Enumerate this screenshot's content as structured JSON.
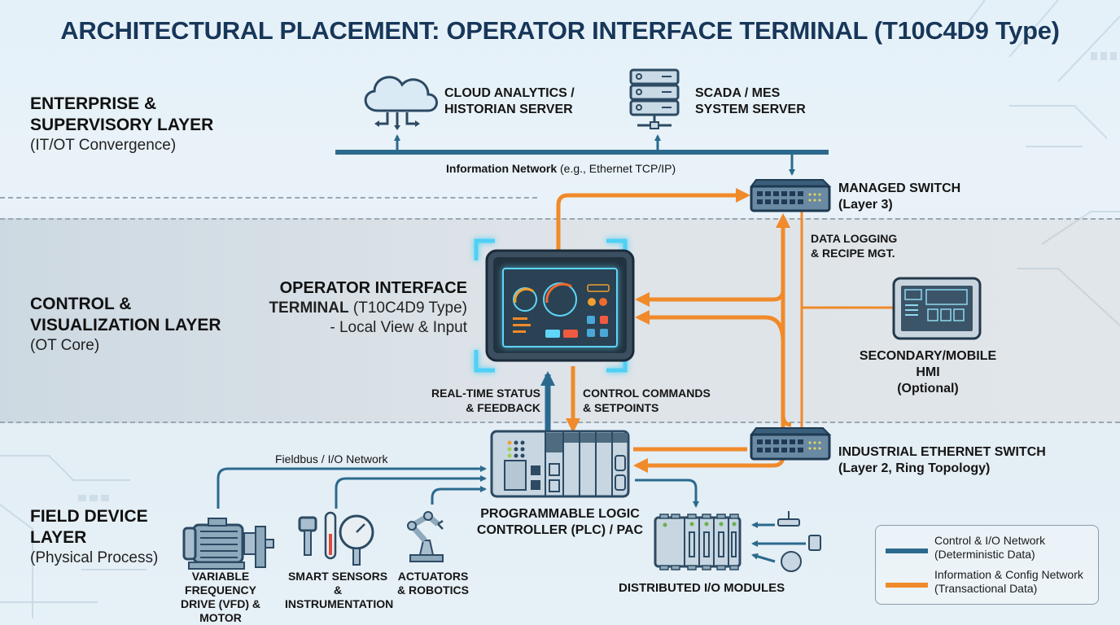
{
  "title": "ARCHITECTURAL PLACEMENT: OPERATOR INTERFACE TERMINAL (T10C4D9 Type)",
  "colors": {
    "control_network": "#2b6a8e",
    "information_network": "#f08a2a",
    "title": "#17375a",
    "device_glow": "#4fd0f5"
  },
  "layers": [
    {
      "title_line1": "ENTERPRISE &",
      "title_line2": "SUPERVISORY LAYER",
      "subtitle": "(IT/OT Convergence)"
    },
    {
      "title_line1": "CONTROL &",
      "title_line2": "VISUALIZATION LAYER",
      "subtitle": "(OT Core)"
    },
    {
      "title_line1": "FIELD DEVICE",
      "title_line2": "LAYER",
      "subtitle": "(Physical Process)"
    }
  ],
  "nodes": {
    "cloud": {
      "line1": "CLOUD ANALYTICS /",
      "line2": "HISTORIAN SERVER",
      "icon": "cloud-icon"
    },
    "scada": {
      "line1": "SCADA / MES",
      "line2": "SYSTEM SERVER",
      "icon": "server-rack-icon"
    },
    "managed_switch": {
      "line1": "MANAGED SWITCH",
      "line2": "(Layer 3)",
      "icon": "network-switch-icon"
    },
    "terminal": {
      "line1": "OPERATOR INTERFACE",
      "line2_bold": "TERMINAL",
      "line2_rest": " (T10C4D9 Type)",
      "line3": "- Local View & Input",
      "icon": "hmi-touchscreen-icon"
    },
    "mobile_hmi": {
      "line1": "SECONDARY/MOBILE HMI",
      "line2": "(Optional)",
      "icon": "tablet-icon"
    },
    "industrial_switch": {
      "line1": "INDUSTRIAL ETHERNET SWITCH",
      "line2": "(Layer 2, Ring Topology)",
      "icon": "network-switch-icon"
    },
    "plc": {
      "line1": "PROGRAMMABLE LOGIC",
      "line2": "CONTROLLER (PLC) / PAC",
      "icon": "plc-rack-icon"
    },
    "vfd": {
      "line1": "VARIABLE FREQUENCY",
      "line2": "DRIVE (VFD) & MOTOR",
      "icon": "motor-icon"
    },
    "sensors": {
      "line1": "SMART SENSORS &",
      "line2": "INSTRUMENTATION",
      "icon": "gauge-thermometer-icon"
    },
    "actuators": {
      "line1": "ACTUATORS",
      "line2": "& ROBOTICS",
      "icon": "robot-arm-icon"
    },
    "dio": {
      "line1": "DISTRIBUTED I/O MODULES",
      "icon": "io-module-icon"
    }
  },
  "connection_labels": {
    "info_network_bold": "Information Network",
    "info_network_rest": " (e.g., Ethernet TCP/IP)",
    "data_logging_line1": "DATA LOGGING",
    "data_logging_line2": "& RECIPE MGT.",
    "status_line1": "REAL-TIME STATUS",
    "status_line2": "& FEEDBACK",
    "commands_line1": "CONTROL COMMANDS",
    "commands_line2": "& SETPOINTS",
    "fieldbus": "Fieldbus / I/O Network"
  },
  "legend": [
    {
      "label_line1": "Control & I/O Network",
      "label_line2": "(Deterministic Data)",
      "color": "#2b6a8e"
    },
    {
      "label_line1": "Information & Config Network",
      "label_line2": "(Transactional Data)",
      "color": "#f08a2a"
    }
  ]
}
